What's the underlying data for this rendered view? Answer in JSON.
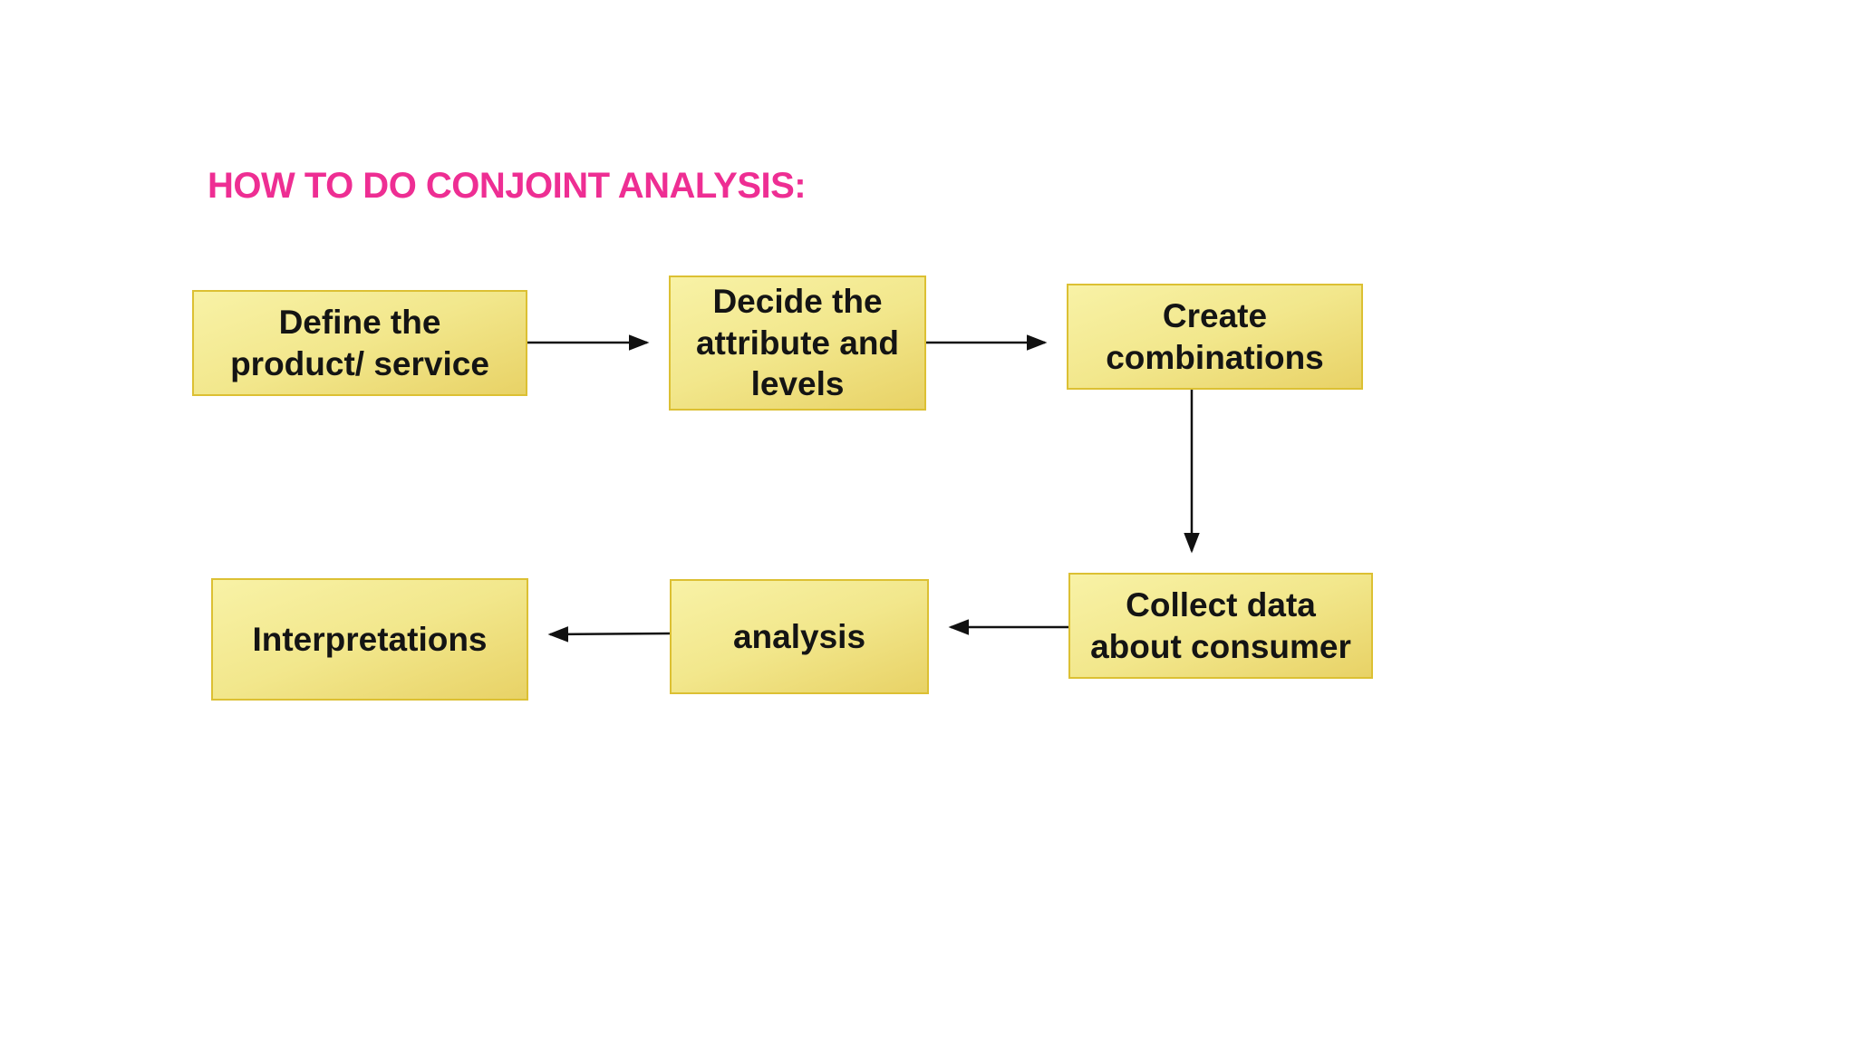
{
  "title": {
    "text": "HOW TO DO CONJOINT ANALYSIS:",
    "color": "#ee2e93"
  },
  "diagram": {
    "type": "flowchart",
    "nodes": [
      {
        "id": "define",
        "label": "Define the\nproduct/ service"
      },
      {
        "id": "decide",
        "label": "Decide the\nattribute and\nlevels"
      },
      {
        "id": "create",
        "label": "Create\ncombinations"
      },
      {
        "id": "collect",
        "label": "Collect data\nabout consumer"
      },
      {
        "id": "analysis",
        "label": "analysis"
      },
      {
        "id": "interpretations",
        "label": "Interpretations"
      }
    ],
    "edges": [
      {
        "from": "define",
        "to": "decide",
        "direction": "right"
      },
      {
        "from": "decide",
        "to": "create",
        "direction": "right"
      },
      {
        "from": "create",
        "to": "collect",
        "direction": "down"
      },
      {
        "from": "collect",
        "to": "analysis",
        "direction": "left"
      },
      {
        "from": "analysis",
        "to": "interpretations",
        "direction": "left"
      }
    ]
  },
  "style": {
    "background": "#ffffff",
    "title_color": "#ee2e93",
    "node_fill_light": "#f8f2a6",
    "node_fill_dark": "#e8d266",
    "node_border": "#dcc033",
    "node_text_color": "#141414",
    "arrow_color": "#111111"
  }
}
